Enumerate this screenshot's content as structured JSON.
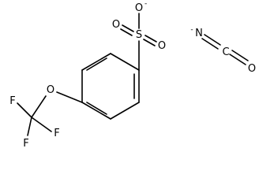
{
  "molecule_sulfonate": {
    "atoms": {
      "s": "S",
      "o_top": "O",
      "o_top_charge": "-",
      "o_left": "O",
      "o_right": "O",
      "o_ether": "O",
      "f1": "F",
      "f2": "F",
      "f3": "F"
    }
  },
  "molecule_isocyanate": {
    "atoms": {
      "n": "N",
      "n_charge": "-",
      "c": "C",
      "o": "O"
    }
  },
  "colors": {
    "ink": "#000000",
    "background": "#ffffff"
  }
}
